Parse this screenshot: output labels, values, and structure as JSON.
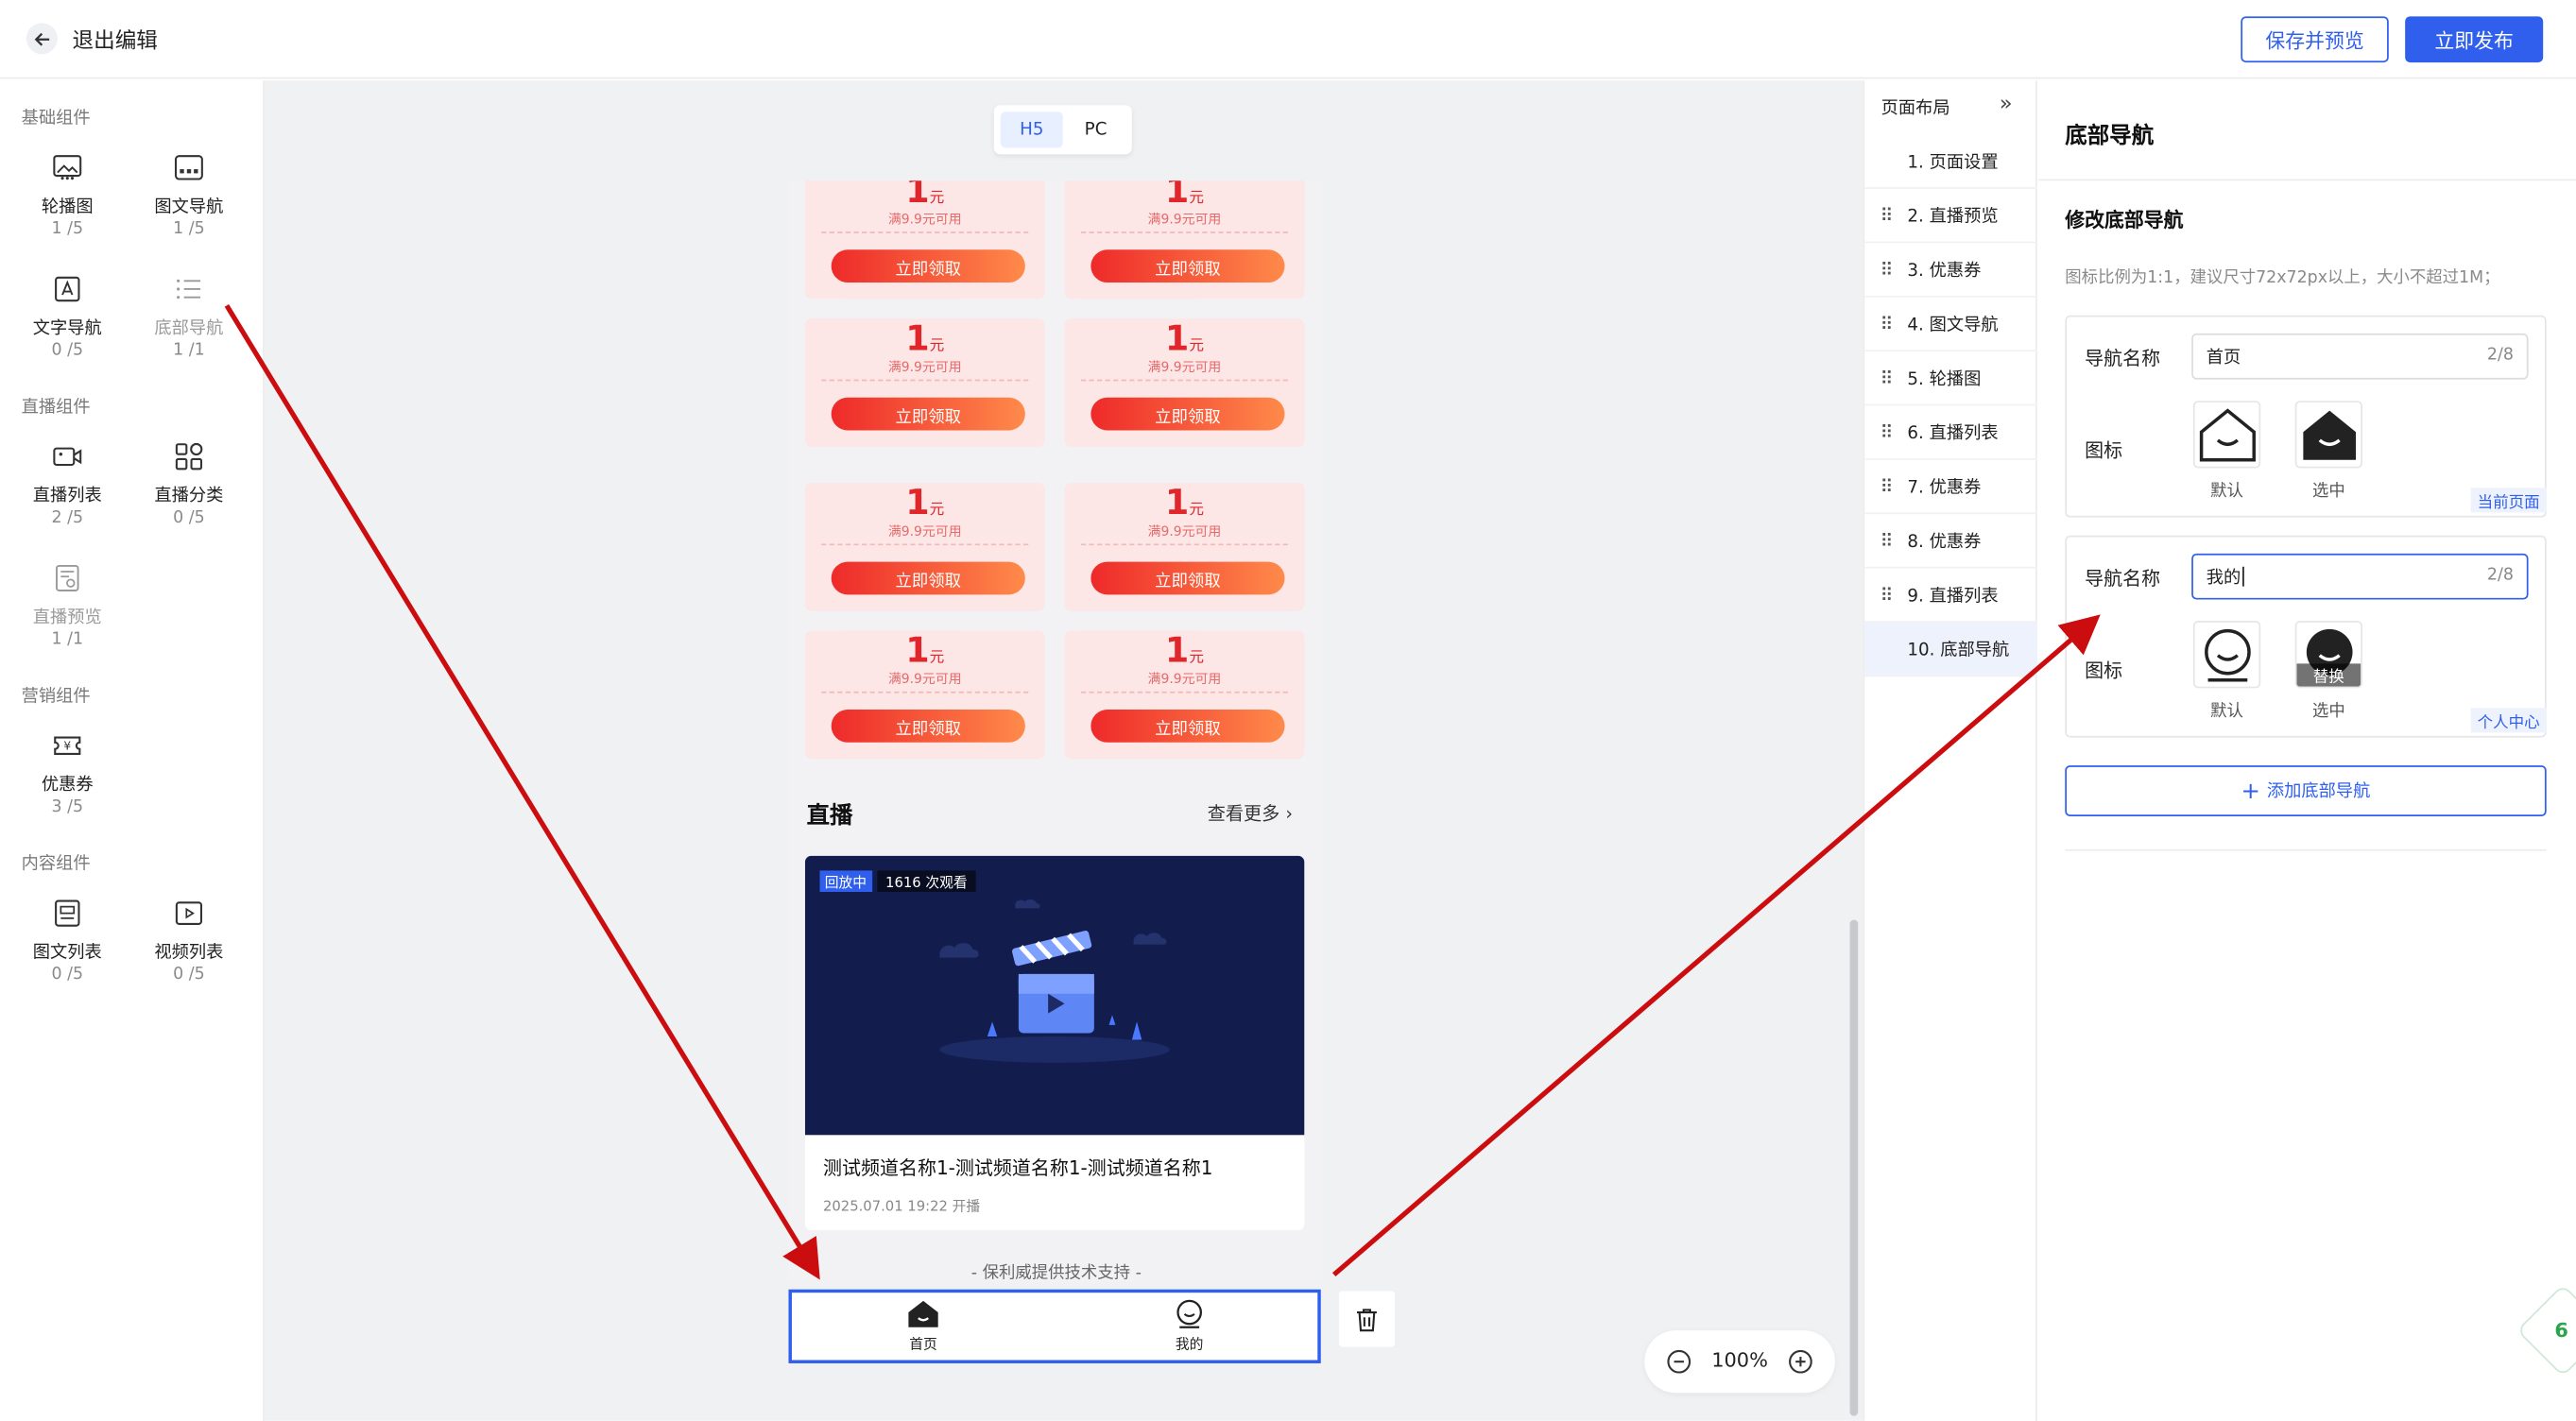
{
  "header": {
    "exit_label": "退出编辑",
    "save_preview_label": "保存并预览",
    "publish_label": "立即发布",
    "accent_color": "#2f5fec"
  },
  "components": {
    "sections": [
      {
        "title": "基础组件",
        "items": [
          {
            "name": "轮播图",
            "count": "1 /5",
            "icon": "image-carousel-icon"
          },
          {
            "name": "图文导航",
            "count": "1 /5",
            "icon": "grid-nav-icon"
          },
          {
            "name": "文字导航",
            "count": "0 /5",
            "icon": "text-nav-icon"
          },
          {
            "name": "底部导航",
            "count": "1 /1",
            "icon": "list-icon"
          }
        ]
      },
      {
        "title": "直播组件",
        "items": [
          {
            "name": "直播列表",
            "count": "2 /5",
            "icon": "video-icon"
          },
          {
            "name": "直播分类",
            "count": "0 /5",
            "icon": "category-icon"
          },
          {
            "name": "直播预览",
            "count": "1 /1",
            "icon": "preview-icon"
          }
        ]
      },
      {
        "title": "营销组件",
        "items": [
          {
            "name": "优惠券",
            "count": "3 /5",
            "icon": "coupon-icon"
          }
        ]
      },
      {
        "title": "内容组件",
        "items": [
          {
            "name": "图文列表",
            "count": "0 /5",
            "icon": "article-list-icon"
          },
          {
            "name": "视频列表",
            "count": "0 /5",
            "icon": "video-list-icon"
          }
        ]
      }
    ]
  },
  "canvas": {
    "device_tabs": [
      "H5",
      "PC"
    ],
    "active_tab": "H5",
    "coupon": {
      "amount": "1",
      "unit": "元",
      "condition": "满9.9元可用",
      "button": "立即领取"
    },
    "live_section": {
      "title": "直播",
      "more": "查看更多",
      "status_badge": "回放中",
      "views": "1616 次观看",
      "card_title": "测试频道名称1-测试频道名称1-测试频道名称1",
      "card_time": "2025.07.01 19:22 开播"
    },
    "footer_text": "- 保利威提供技术支持 -",
    "bottom_nav": [
      "首页",
      "我的"
    ],
    "zoom": "100%"
  },
  "layout_panel": {
    "title": "页面布局",
    "items": [
      "1. 页面设置",
      "2. 直播预览",
      "3. 优惠券",
      "4. 图文导航",
      "5. 轮播图",
      "6. 直播列表",
      "7. 优惠券",
      "8. 优惠券",
      "9. 直播列表",
      "10. 底部导航"
    ],
    "active_index": 9
  },
  "props": {
    "title": "底部导航",
    "subtitle": "修改底部导航",
    "hint": "图标比例为1:1，建议尺寸72x72px以上，大小不超过1M；",
    "nav_name_label": "导航名称",
    "icon_label": "图标",
    "default_label": "默认",
    "selected_label": "选中",
    "replace_label": "替换",
    "nav_items": [
      {
        "name": "首页",
        "count": "2/8",
        "tag": "当前页面"
      },
      {
        "name": "我的",
        "count": "2/8",
        "tag": "个人中心"
      }
    ],
    "add_label": "添加底部导航"
  }
}
